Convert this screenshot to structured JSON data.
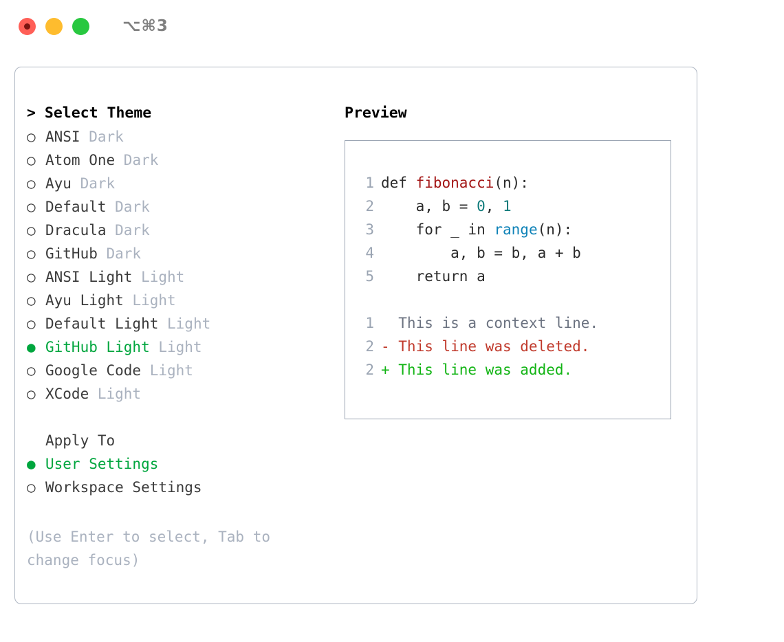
{
  "titlebar": {
    "shortcut": "⌥⌘3",
    "buttons": [
      {
        "name": "close",
        "color": "#ff5f57"
      },
      {
        "name": "minimize",
        "color": "#febc2e"
      },
      {
        "name": "maximize",
        "color": "#28c840"
      }
    ]
  },
  "accent": {
    "selected_green": "#00a63e",
    "muted": "#aab2bf",
    "text": "#3b3b3b",
    "border": "#aeb6c2"
  },
  "theme_list": {
    "header": "> Select Theme",
    "items": [
      {
        "marker": "○",
        "name": "ANSI",
        "variant": "Dark",
        "selected": false
      },
      {
        "marker": "○",
        "name": "Atom One",
        "variant": "Dark",
        "selected": false
      },
      {
        "marker": "○",
        "name": "Ayu",
        "variant": "Dark",
        "selected": false
      },
      {
        "marker": "○",
        "name": "Default",
        "variant": "Dark",
        "selected": false
      },
      {
        "marker": "○",
        "name": "Dracula",
        "variant": "Dark",
        "selected": false
      },
      {
        "marker": "○",
        "name": "GitHub",
        "variant": "Dark",
        "selected": false
      },
      {
        "marker": "○",
        "name": "ANSI Light",
        "variant": "Light",
        "selected": false
      },
      {
        "marker": "○",
        "name": "Ayu Light",
        "variant": "Light",
        "selected": false
      },
      {
        "marker": "○",
        "name": "Default Light",
        "variant": "Light",
        "selected": false
      },
      {
        "marker": "●",
        "name": "GitHub Light",
        "variant": "Light",
        "selected": true
      },
      {
        "marker": "○",
        "name": "Google Code",
        "variant": "Light",
        "selected": false
      },
      {
        "marker": "○",
        "name": "XCode",
        "variant": "Light",
        "selected": false
      }
    ]
  },
  "apply_to": {
    "label": "Apply To",
    "options": [
      {
        "marker": "●",
        "label": "User Settings",
        "selected": true
      },
      {
        "marker": "○",
        "label": "Workspace Settings",
        "selected": false
      }
    ]
  },
  "hint": "(Use Enter to select, Tab to change focus)",
  "preview": {
    "title": "Preview",
    "code": [
      {
        "lineno": "1",
        "segments": [
          {
            "text": "def ",
            "token": "plain"
          },
          {
            "text": "fibonacci",
            "token": "fn"
          },
          {
            "text": "(n):",
            "token": "plain"
          }
        ]
      },
      {
        "lineno": "2",
        "segments": [
          {
            "text": "    a, b = ",
            "token": "plain"
          },
          {
            "text": "0",
            "token": "num"
          },
          {
            "text": ", ",
            "token": "plain"
          },
          {
            "text": "1",
            "token": "num"
          }
        ]
      },
      {
        "lineno": "3",
        "segments": [
          {
            "text": "    for _ in ",
            "token": "plain"
          },
          {
            "text": "range",
            "token": "call"
          },
          {
            "text": "(n):",
            "token": "plain"
          }
        ]
      },
      {
        "lineno": "4",
        "segments": [
          {
            "text": "        a, b = b, a + b",
            "token": "plain"
          }
        ]
      },
      {
        "lineno": "5",
        "segments": [
          {
            "text": "    return a",
            "token": "plain"
          }
        ]
      }
    ],
    "diff": [
      {
        "lineno": "1",
        "kind": "ctx",
        "text": "  This is a context line."
      },
      {
        "lineno": "2",
        "kind": "del",
        "text": "- This line was deleted."
      },
      {
        "lineno": "2",
        "kind": "add",
        "text": "+ This line was added."
      }
    ]
  }
}
